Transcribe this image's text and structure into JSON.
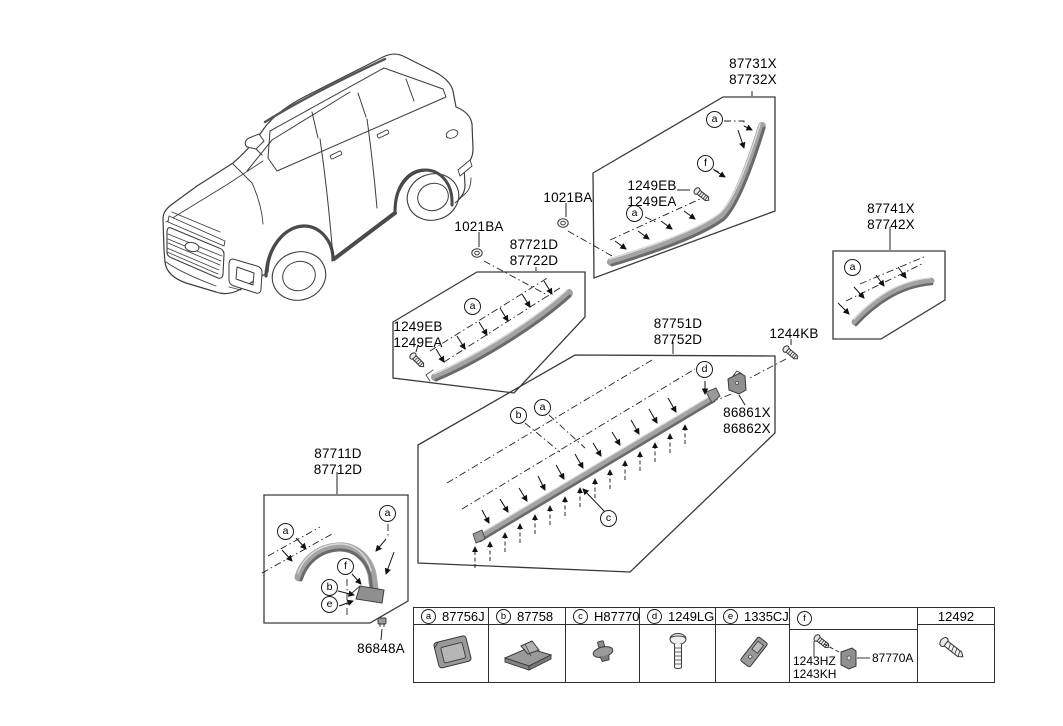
{
  "diagram": {
    "boxes": {
      "rear_door": {
        "label_line1": "87731X",
        "label_line2": "87732X"
      },
      "front_door": {
        "label_line1": "87721D",
        "label_line2": "87722D"
      },
      "rear_quarter": {
        "label_line1": "87741X",
        "label_line2": "87742X"
      },
      "side_sill": {
        "label_line1": "87751D",
        "label_line2": "87752D"
      },
      "front_fender": {
        "label_line1": "87711D",
        "label_line2": "87712D"
      }
    },
    "fasteners": {
      "nut_front_door": "1021BA",
      "nut_rear_door": "1021BA",
      "screw_rear_door_line1": "1249EB",
      "screw_rear_door_line2": "1249EA",
      "screw_front_door_line1": "1249EB",
      "screw_front_door_line2": "1249EA",
      "screw_sill": "1244KB",
      "bracket_sill_line1": "86861X",
      "bracket_sill_line2": "86862X",
      "clip_fender": "86848A"
    },
    "markers": {
      "rear_door_a": "a",
      "rear_door_f": "f",
      "rear_door_a2": "a",
      "front_door_a": "a",
      "rear_quarter_a": "a",
      "sill_b": "b",
      "sill_a": "a",
      "sill_d": "d",
      "sill_c": "c",
      "fender_a1": "a",
      "fender_a2": "a",
      "fender_f": "f",
      "fender_b": "b",
      "fender_e": "e"
    }
  },
  "legend": {
    "cells": [
      {
        "letter": "a",
        "part": "87756J"
      },
      {
        "letter": "b",
        "part": "87758"
      },
      {
        "letter": "c",
        "part": "H87770"
      },
      {
        "letter": "d",
        "part": "1249LG"
      },
      {
        "letter": "e",
        "part": "1335CJ"
      },
      {
        "letter": "f",
        "part": "",
        "screw_line1": "1243HZ",
        "screw_line2": "1243KH",
        "bracket": "87770A"
      },
      {
        "letter": "",
        "part": "12492"
      }
    ]
  }
}
